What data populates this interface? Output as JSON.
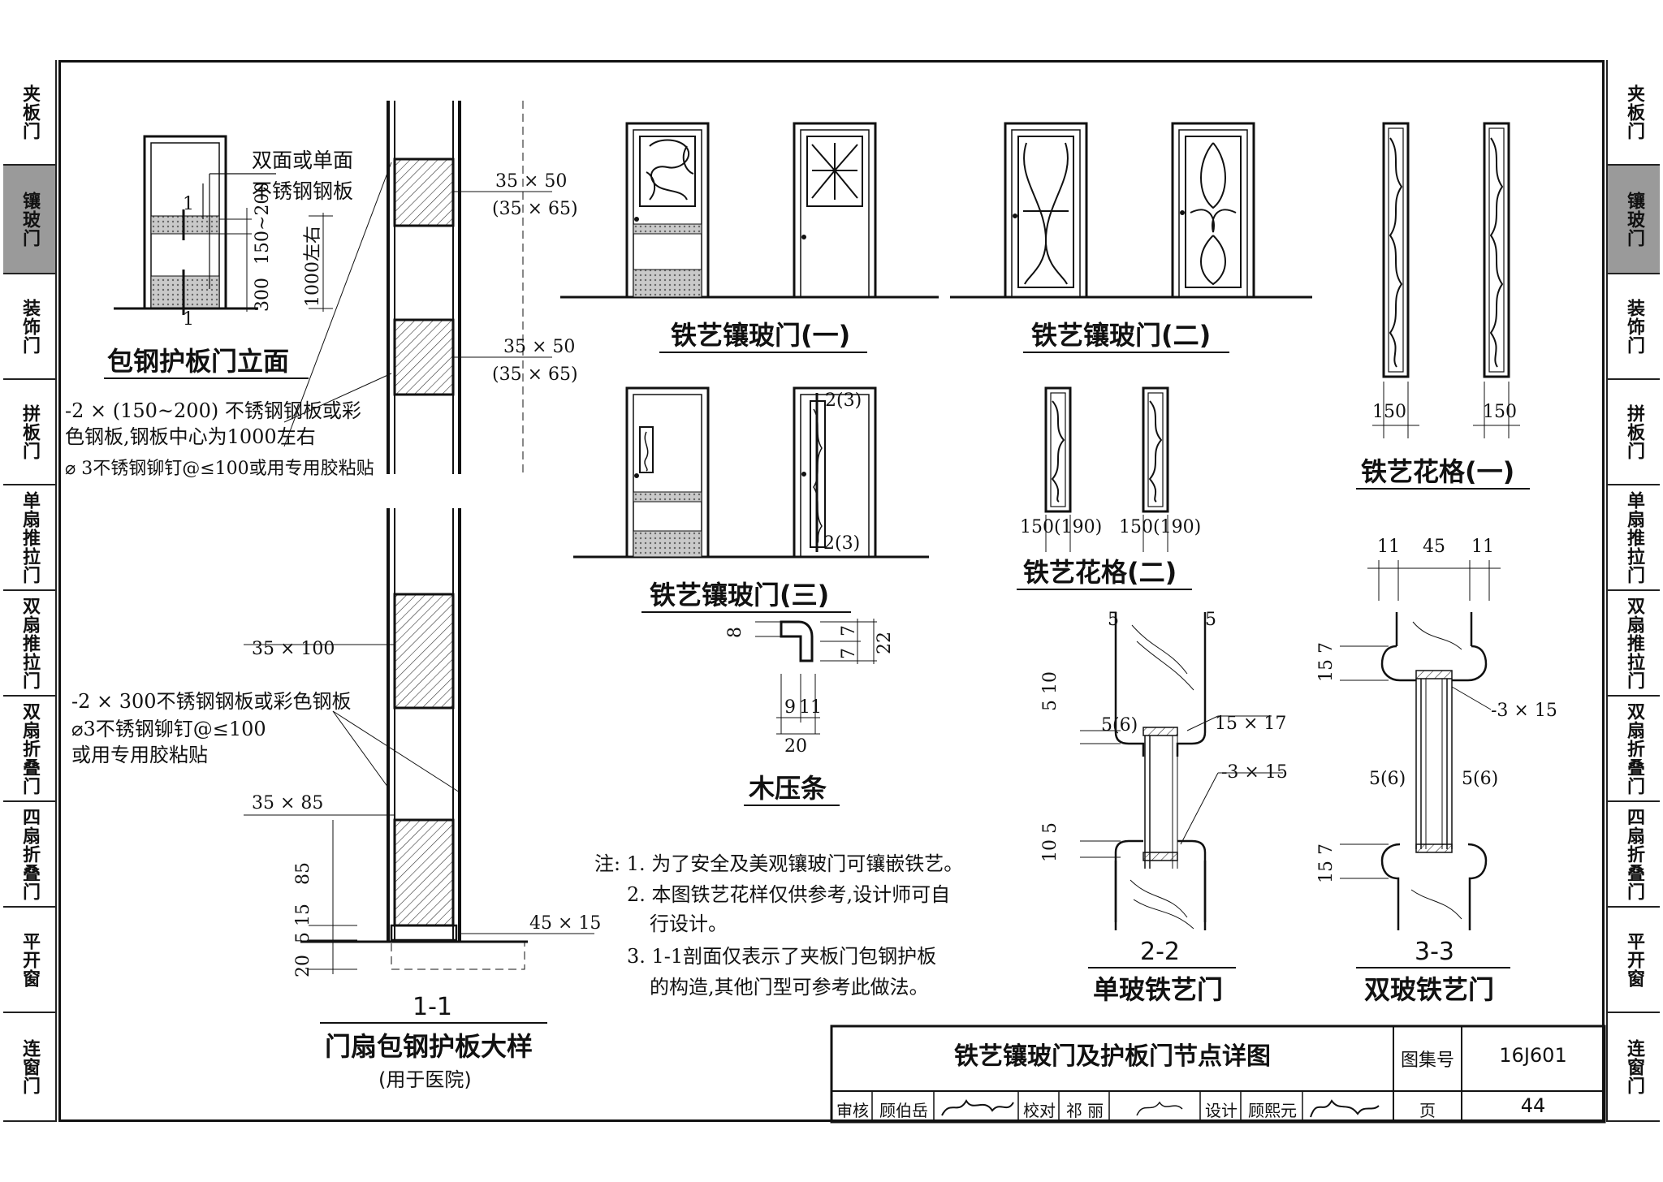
{
  "side_tabs": [
    "夹板门",
    "镶玻门",
    "装饰门",
    "拼板门",
    "单扇推拉门",
    "双扇推拉门",
    "双扇折叠门",
    "四扇折叠门",
    "平开窗",
    "连窗门"
  ],
  "active_tab": 1,
  "titles": {
    "elevation": "包钢护板门立面",
    "door1": "铁艺镶玻门(一)",
    "door2": "铁艺镶玻门(二)",
    "door3": "铁艺镶玻门(三)",
    "grille1": "铁艺花格(一)",
    "grille2": "铁艺花格(二)",
    "strip": "木压条",
    "sec11_num": "1-1",
    "sec11": "门扇包钢护板大样",
    "sec11_sub": "(用于医院)",
    "sec22_num": "2-2",
    "sec22": "单玻铁艺门",
    "sec33_num": "3-3",
    "sec33": "双玻铁艺门"
  },
  "labels": {
    "plate_both": "双面或单面",
    "plate_ss": "不锈钢钢板",
    "dim_150_200": "150~200",
    "dim_300": "300",
    "dim_1000": "1000左右",
    "mark_1": "1",
    "rail_top": "35 × 50",
    "rail_top_alt": "(35 × 65)",
    "rail_mid": "35 × 50",
    "rail_mid_alt": "(35 × 65)",
    "plate_note1": "-2 × (150~200) 不锈钢钢板或彩",
    "plate_note2": "色钢板,钢板中心为1000左右",
    "plate_note3": "⌀ 3不锈钢铆钉@≤100或用专用胶粘贴",
    "rail_100": "35 × 100",
    "plate300_1": "-2 × 300不锈钢钢板或彩色钢板",
    "plate300_2": "⌀3不锈钢铆钉@≤100",
    "plate300_3": "或用专用胶粘贴",
    "rail_85": "35 × 85",
    "dim_85": "85",
    "dim_5_15": "5 15",
    "dim_20": "20",
    "bottom_45x15": "45 × 15",
    "mark_2_3a": "2(3)",
    "mark_2_3b": "2(3)",
    "g1_w1": "150",
    "g1_w2": "150",
    "g2_w1": "150(190)",
    "g2_w2": "150(190)",
    "strip_8": "8",
    "strip_7a": "7",
    "strip_7b": "7",
    "strip_22": "22",
    "strip_9": "9",
    "strip_11": "11",
    "strip_20": "20",
    "s22_5a": "5",
    "s22_5b": "5",
    "s22_5_10": "5 10",
    "s22_5_6": "5(6)",
    "s22_15x17": "15 × 17",
    "s22_3x15": "-3 × 15",
    "s22_10_5": "10 5",
    "s33_11a": "11",
    "s33_45": "45",
    "s33_11b": "11",
    "s33_15_7a": "15 7",
    "s33_3x15": "-3 × 15",
    "s33_5_6a": "5(6)",
    "s33_5_6b": "5(6)",
    "s33_15_7b": "15 7"
  },
  "notes": [
    "注: 1. 为了安全及美观镶玻门可镶嵌铁艺。",
    "2. 本图铁艺花样仅供参考,设计师可自",
    "行设计。",
    "3. 1-1剖面仅表示了夹板门包钢护板",
    "的构造,其他门型可参考此做法。"
  ],
  "title_block": {
    "title": "铁艺镶玻门及护板门节点详图",
    "atlas_label": "图集号",
    "atlas": "16J601",
    "review_label": "审核",
    "reviewer": "顾伯岳",
    "check_label": "校对",
    "checker": "祁 丽",
    "design_label": "设计",
    "designer": "顾熙元",
    "page_label": "页",
    "page": "44"
  }
}
